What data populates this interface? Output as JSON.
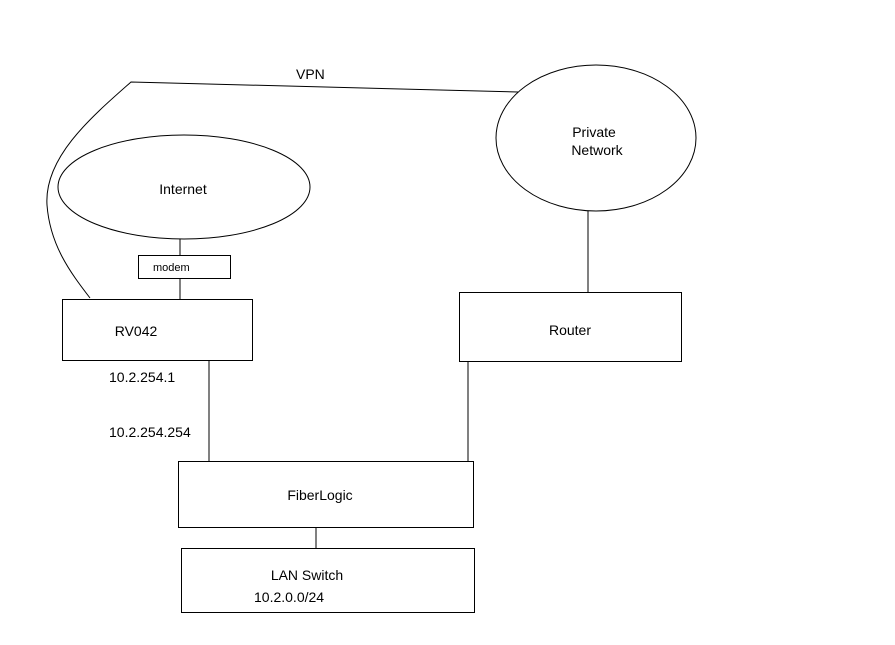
{
  "diagram": {
    "vpn_label": "VPN",
    "internet_label": "Internet",
    "private_network_line1": "Private",
    "private_network_line2": "Network",
    "modem_label": "modem",
    "rv042_label": "RV042",
    "router_label": "Router",
    "rv042_ip": "10.2.254.1",
    "fiberlogic_ip": "10.2.254.254",
    "fiberlogic_label": "FiberLogic",
    "lan_switch_label": "LAN Switch",
    "lan_subnet": "10.2.0.0/24"
  },
  "colors": {
    "line": "#000000",
    "background": "#ffffff"
  }
}
